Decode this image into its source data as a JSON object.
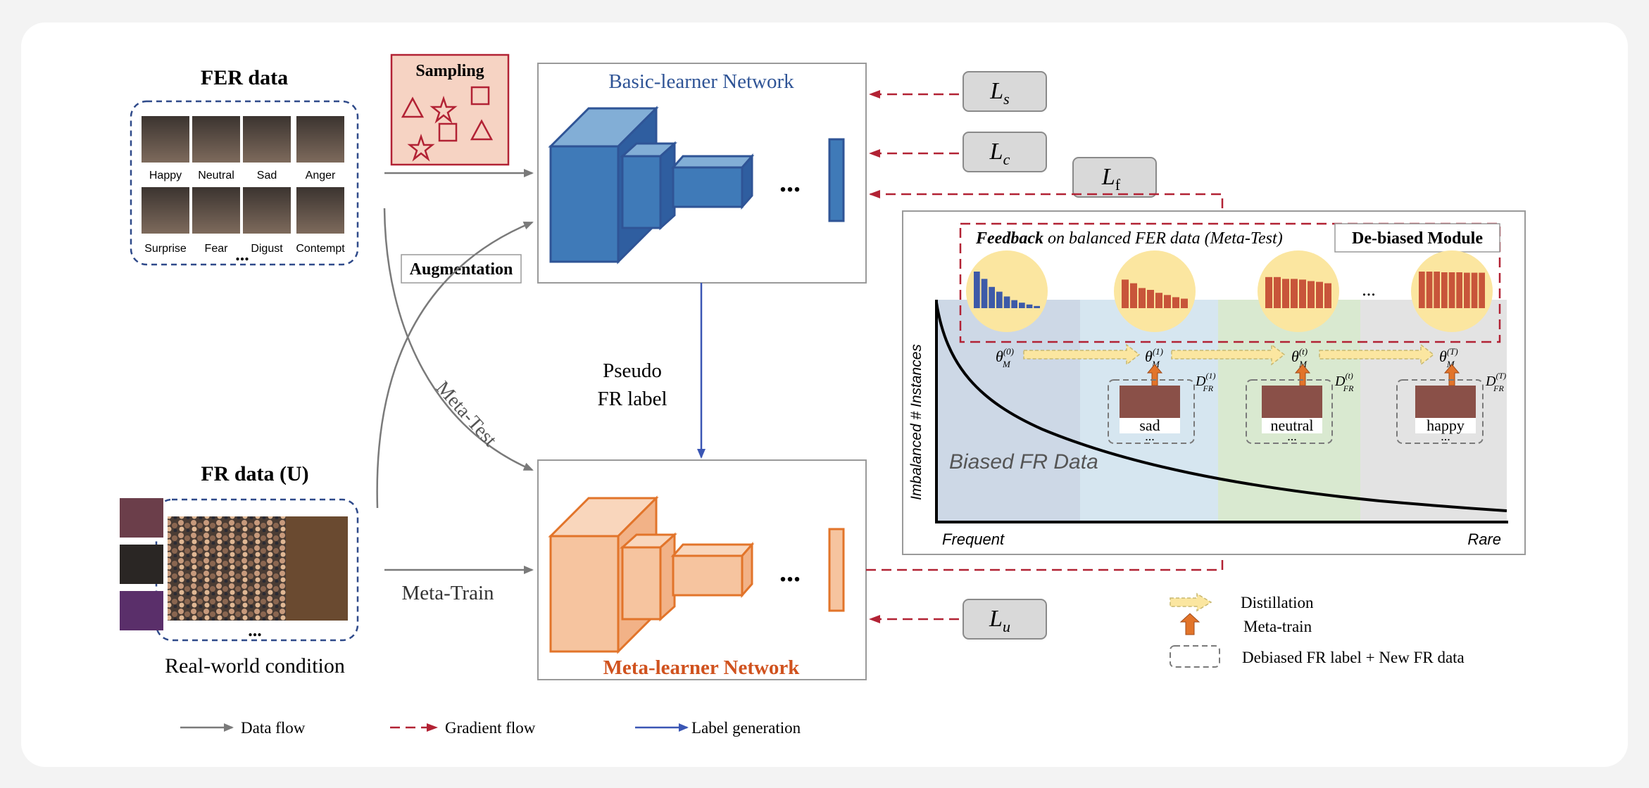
{
  "fer": {
    "title": "FER data",
    "faces": [
      {
        "label": "Happy"
      },
      {
        "label": "Neutral"
      },
      {
        "label": "Sad"
      },
      {
        "label": "Anger"
      },
      {
        "label": "Surprise"
      },
      {
        "label": "Fear"
      },
      {
        "label": "Digust"
      },
      {
        "label": "Contempt"
      }
    ],
    "more": "..."
  },
  "fr": {
    "title": "FR data (U)",
    "caption": "Real-world condition",
    "more": "..."
  },
  "sampling": {
    "label": "Sampling"
  },
  "augmentation": {
    "label": "Augmentation"
  },
  "basic": {
    "title": "Basic-learner Network",
    "dots": "..."
  },
  "meta": {
    "title": "Meta-learner Network",
    "dots": "..."
  },
  "pseudo": {
    "line1": "Pseudo",
    "line2": "FR label"
  },
  "flow_labels": {
    "meta_test": "Meta-Test",
    "meta_train": "Meta-Train"
  },
  "losses": {
    "ls": {
      "main": "L",
      "sub": "s"
    },
    "lc": {
      "main": "L",
      "sub": "c"
    },
    "lf": {
      "main": "L",
      "sub": "f"
    },
    "lu": {
      "main": "L",
      "sub": "u"
    }
  },
  "debias": {
    "module_title": "De-biased Module",
    "feedback_bold": "Feedback",
    "feedback_rest": " on balanced FER data (Meta-Test)",
    "dots": "...",
    "biased_label": "Biased FR Data",
    "y_label": "Imbalanced # Instances",
    "x_left": "Frequent",
    "x_right": "Rare",
    "theta": [
      {
        "sym": "θ",
        "sub": "M",
        "sup": "(0)"
      },
      {
        "sym": "θ",
        "sub": "M",
        "sup": "(1)"
      },
      {
        "sym": "θ",
        "sub": "M",
        "sup": "(t)"
      },
      {
        "sym": "θ",
        "sub": "M",
        "sup": "(T)"
      }
    ],
    "dsets": [
      {
        "sym": "D",
        "sub": "FR",
        "sup": "(1)"
      },
      {
        "sym": "D",
        "sub": "FR",
        "sup": "(t)"
      },
      {
        "sym": "D",
        "sub": "FR",
        "sup": "(T)"
      }
    ],
    "emotions": [
      "sad",
      "neutral",
      "happy"
    ],
    "emotion_dots": "...",
    "region_colors": [
      "#cdd8e6",
      "#d6e6f0",
      "#d9e9d0",
      "#e3e3e3"
    ],
    "histograms": [
      {
        "color": "#3d5aa8",
        "values": [
          1.0,
          0.8,
          0.58,
          0.45,
          0.32,
          0.22,
          0.15,
          0.1,
          0.06
        ]
      },
      {
        "color": "#c8553a",
        "values": [
          0.78,
          0.68,
          0.55,
          0.5,
          0.42,
          0.36,
          0.3,
          0.26
        ]
      },
      {
        "color": "#c8553a",
        "values": [
          0.85,
          0.85,
          0.8,
          0.8,
          0.78,
          0.74,
          0.72,
          0.68
        ]
      },
      {
        "color": "#c8553a",
        "values": [
          1.0,
          1.0,
          1.0,
          0.98,
          0.98,
          0.98,
          0.97,
          0.97,
          0.97
        ]
      }
    ]
  },
  "right_legend": {
    "distillation": "Distillation",
    "meta_train": "Meta-train",
    "debiased": "Debiased FR label + New FR data"
  },
  "bottom_legend": {
    "data_flow": "Data flow",
    "gradient_flow": "Gradient flow",
    "label_generation": "Label generation"
  },
  "colors": {
    "blue_dark": "#2f5496",
    "blue_mid": "#3f7ab8",
    "orange_dark": "#e2742a",
    "orange_light": "#f6c49f",
    "gradient_red": "#b22234",
    "label_blue": "#3a56b4",
    "title_orange": "#d0521e"
  }
}
